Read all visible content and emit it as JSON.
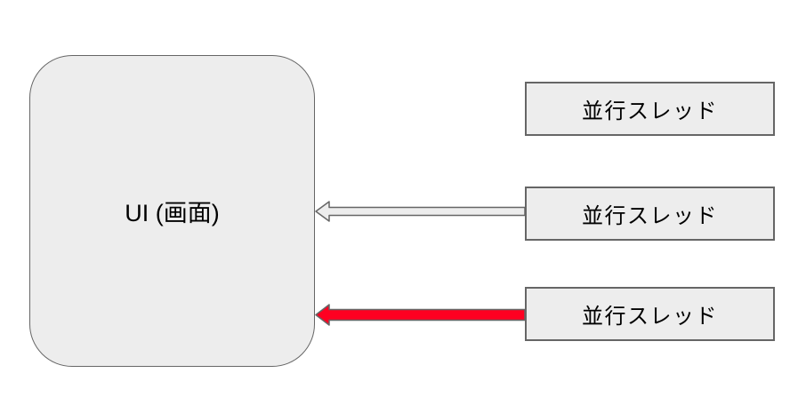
{
  "diagram": {
    "ui_box": {
      "label": "UI (画面)"
    },
    "threads": [
      {
        "label": "並行スレッド"
      },
      {
        "label": "並行スレッド"
      },
      {
        "label": "並行スレッド"
      }
    ],
    "arrows": [
      {
        "from": "thread-2",
        "to": "ui-box",
        "style": "outline",
        "fill": "#ededed"
      },
      {
        "from": "thread-3",
        "to": "ui-box",
        "style": "solid",
        "fill": "#ff0021"
      }
    ],
    "colors": {
      "background": "#ffffff",
      "box_fill": "#ededed",
      "box_stroke": "#666666",
      "text": "#000000",
      "arrow_red": "#ff0021"
    }
  }
}
